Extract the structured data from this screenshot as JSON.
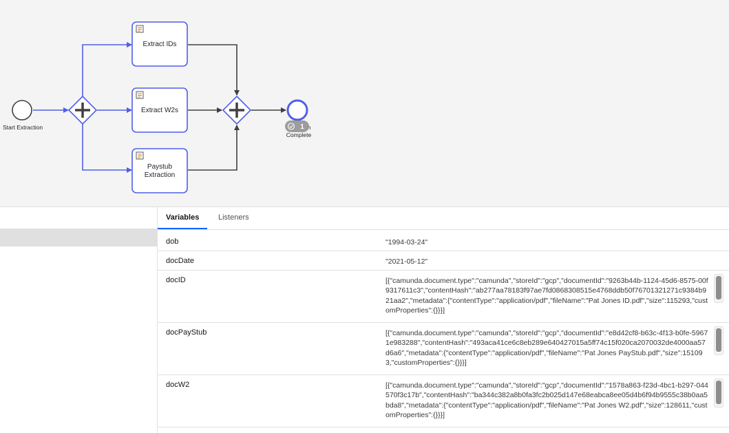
{
  "diagram": {
    "start_event_label": "Start Extraction",
    "tasks": [
      {
        "name": "Extract IDs",
        "lines": [
          "Extract IDs"
        ]
      },
      {
        "name": "Extract W2s",
        "lines": [
          "Extract W2s"
        ]
      },
      {
        "name": "Paystub Extraction",
        "lines": [
          "Paystub",
          "Extraction"
        ]
      }
    ],
    "end_event_label_lines": [
      "n",
      "Complete"
    ],
    "end_event_token_count": "1",
    "colors": {
      "selected_flow": "#4f5fe8",
      "default_flow": "#404040",
      "task_fill": "#ffffff",
      "task_icon": "#d07c1c"
    }
  },
  "tabs": [
    {
      "label": "Variables",
      "active": true
    },
    {
      "label": "Listeners",
      "active": false
    }
  ],
  "variables": [
    {
      "name": "dob",
      "value": "\"1994-03-24\""
    },
    {
      "name": "docDate",
      "value": "\"2021-05-12\""
    },
    {
      "name": "docID",
      "value": "[{\"camunda.document.type\":\"camunda\",\"storeId\":\"gcp\",\"documentId\":\"9263b44b-1124-45d6-8575-00f9317611c3\",\"contentHash\":\"ab277aa78183f97ae7fd0868308515e4768ddb50f76701321271c9384b921aa2\",\"metadata\":{\"contentType\":\"application/pdf\",\"fileName\":\"Pat Jones ID.pdf\",\"size\":115293,\"customProperties\":{}}}]"
    },
    {
      "name": "docPayStub",
      "value": "[{\"camunda.document.type\":\"camunda\",\"storeId\":\"gcp\",\"documentId\":\"e8d42cf8-b63c-4f13-b0fe-59671e983288\",\"contentHash\":\"493aca41ce6c8eb289e640427015a5ff74c15f020ca2070032de4000aa57d6a6\",\"metadata\":{\"contentType\":\"application/pdf\",\"fileName\":\"Pat Jones PayStub.pdf\",\"size\":151093,\"customProperties\":{}}}]"
    },
    {
      "name": "docW2",
      "value": "[{\"camunda.document.type\":\"camunda\",\"storeId\":\"gcp\",\"documentId\":\"1578a863-f23d-4bc1-b297-044570f3c17b\",\"contentHash\":\"ba344c382a8b0fa3fc2b025d147e68eabca8ee05d4b6f94b9555c38b0aa5bda8\",\"metadata\":{\"contentType\":\"application/pdf\",\"fileName\":\"Pat Jones W2.pdf\",\"size\":128611,\"customProperties\":{}}}]"
    }
  ]
}
